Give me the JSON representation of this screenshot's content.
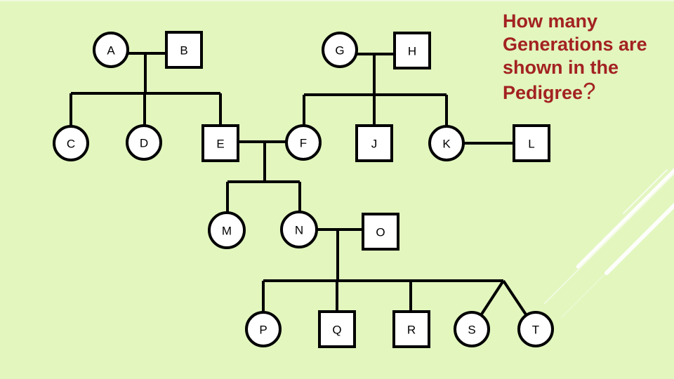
{
  "title": {
    "lines": [
      "How many",
      "Generations are",
      "shown in the"
    ],
    "last_line_word": "Pedigree",
    "question_mark": "?"
  },
  "colors": {
    "background": "#E2F6BE",
    "title_text": "#A32222",
    "pedigree_lines": "#000000",
    "symbol_fill": "#FFFFFF",
    "decorative_streaks": "#FFFFFF"
  },
  "pedigree": {
    "symbol_legend": {
      "circle": "female",
      "square": "male"
    },
    "persons": [
      {
        "id": "A",
        "sex": "female",
        "generation": 1
      },
      {
        "id": "B",
        "sex": "male",
        "generation": 1
      },
      {
        "id": "C",
        "sex": "female",
        "generation": 2
      },
      {
        "id": "D",
        "sex": "female",
        "generation": 2
      },
      {
        "id": "E",
        "sex": "male",
        "generation": 2
      },
      {
        "id": "F",
        "sex": "female",
        "generation": 2
      },
      {
        "id": "G",
        "sex": "female",
        "generation": 1
      },
      {
        "id": "H",
        "sex": "male",
        "generation": 1
      },
      {
        "id": "J",
        "sex": "male",
        "generation": 2
      },
      {
        "id": "K",
        "sex": "female",
        "generation": 2
      },
      {
        "id": "L",
        "sex": "male",
        "generation": 2
      },
      {
        "id": "M",
        "sex": "female",
        "generation": 3
      },
      {
        "id": "N",
        "sex": "female",
        "generation": 3
      },
      {
        "id": "O",
        "sex": "male",
        "generation": 3
      },
      {
        "id": "P",
        "sex": "female",
        "generation": 4
      },
      {
        "id": "Q",
        "sex": "male",
        "generation": 4
      },
      {
        "id": "R",
        "sex": "male",
        "generation": 4
      },
      {
        "id": "S",
        "sex": "female",
        "generation": 4
      },
      {
        "id": "T",
        "sex": "female",
        "generation": 4
      }
    ],
    "couples": [
      {
        "partners": [
          "A",
          "B"
        ],
        "children": [
          "C",
          "D",
          "E"
        ]
      },
      {
        "partners": [
          "G",
          "H"
        ],
        "children": [
          "F",
          "J",
          "K"
        ]
      },
      {
        "partners": [
          "E",
          "F"
        ],
        "children": [
          "M",
          "N"
        ]
      },
      {
        "partners": [
          "K",
          "L"
        ],
        "children": []
      },
      {
        "partners": [
          "N",
          "O"
        ],
        "children": [
          "P",
          "Q",
          "R",
          "S",
          "T"
        ],
        "twins": [
          "S",
          "T"
        ]
      }
    ]
  }
}
